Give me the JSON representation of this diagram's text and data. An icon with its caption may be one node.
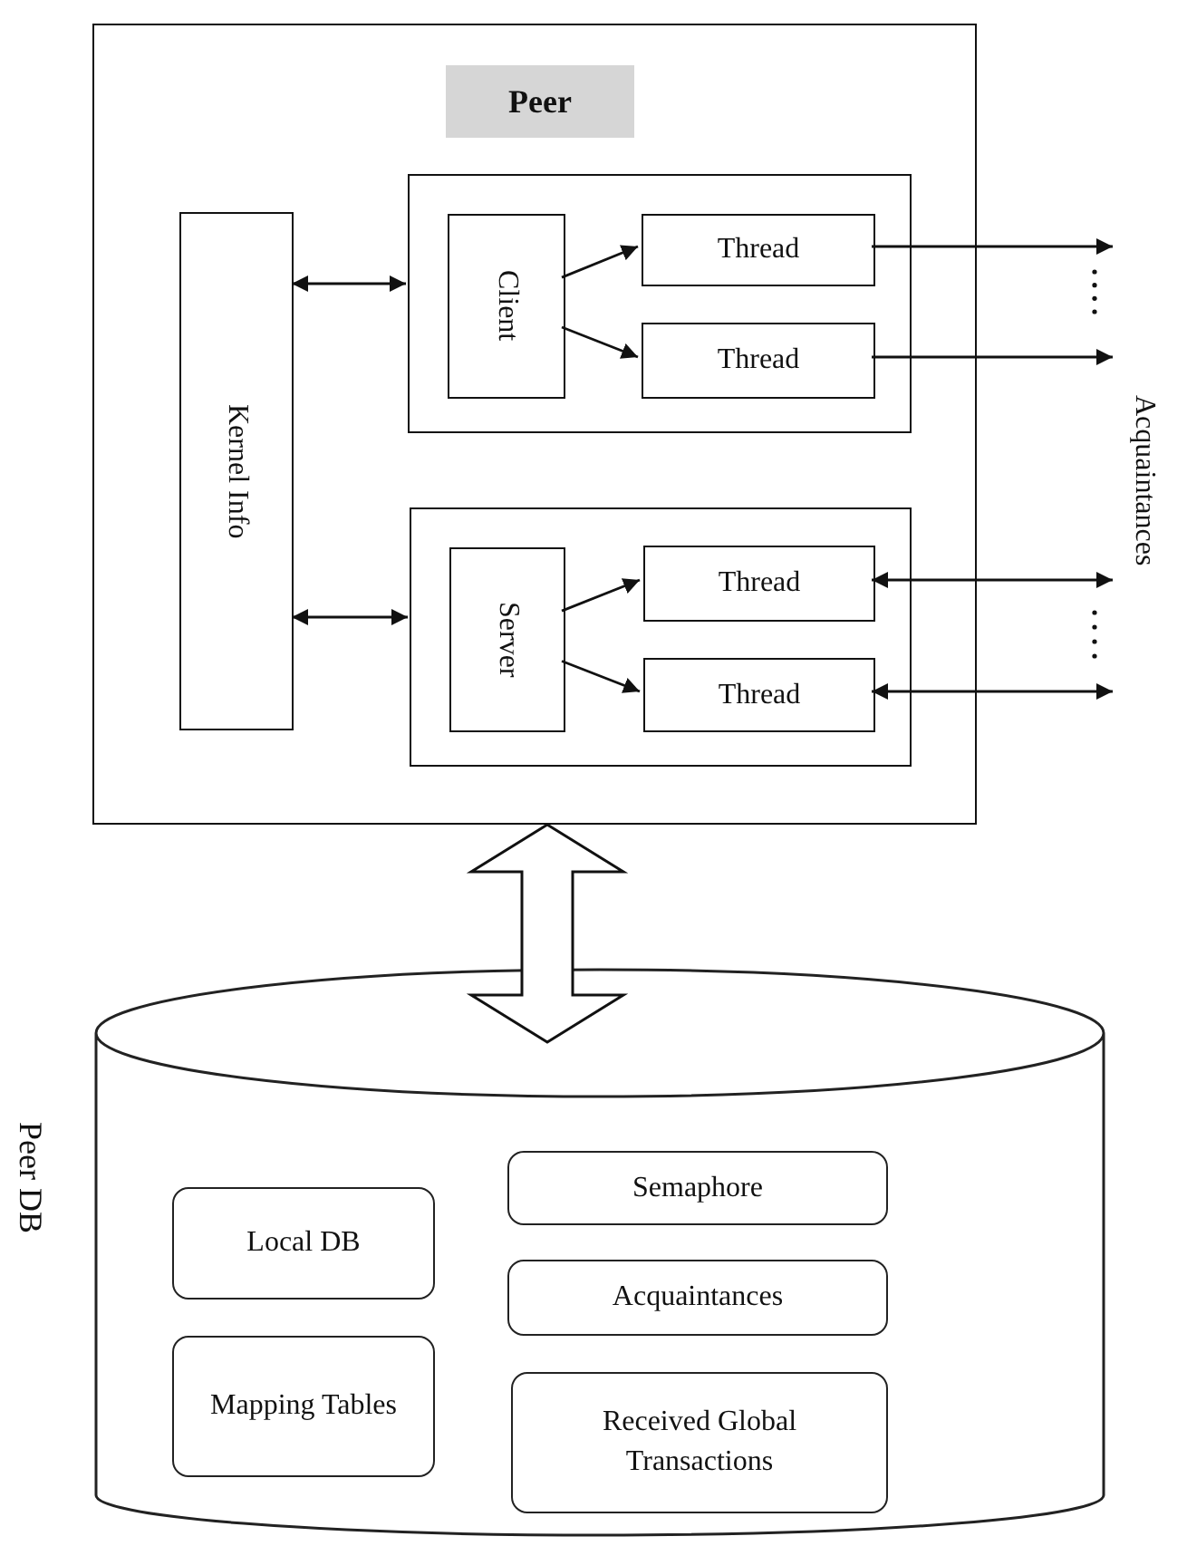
{
  "diagram": {
    "nodes": [
      {
        "text": [
          "Peer"
        ]
      },
      {
        "text": [
          "Kernel Info"
        ],
        "in": 0
      },
      {
        "text": [],
        "shape": "box",
        "in": 0
      },
      {
        "text": [
          "Client"
        ],
        "in": 2
      },
      {
        "text": [
          "Thread"
        ],
        "in": 2
      },
      {
        "text": [
          "Thread"
        ],
        "in": 2
      },
      {
        "text": [],
        "shape": "box",
        "in": 0
      },
      {
        "text": [
          "Server"
        ],
        "in": 6
      },
      {
        "text": [
          "Thread"
        ],
        "in": 6
      },
      {
        "text": [
          "Thread"
        ],
        "in": 6
      },
      {
        "text": [
          "Peer DB"
        ]
      },
      {
        "text": [
          "Local DB"
        ],
        "in": 10
      },
      {
        "text": [
          "Mapping Tables"
        ],
        "in": 10
      },
      {
        "text": [
          "Semaphore"
        ],
        "in": 10
      },
      {
        "text": [
          "Acquaintances"
        ],
        "in": 10
      },
      {
        "text": [
          "Received Global Transactions"
        ],
        "in": 10
      },
      {
        "text": [
          "Acquaintances"
        ]
      }
    ],
    "edges": [
      {
        "from": 1,
        "to": 2,
        "arrow": "both"
      },
      {
        "from": 1,
        "to": 6,
        "arrow": "both"
      },
      {
        "from": 3,
        "to": 4,
        "arrow": "to"
      },
      {
        "from": 3,
        "to": 5,
        "arrow": "to"
      },
      {
        "from": 7,
        "to": 8,
        "arrow": "to"
      },
      {
        "from": 7,
        "to": 9,
        "arrow": "to"
      },
      {
        "from": 4,
        "to": 16,
        "arrow": "to"
      },
      {
        "from": 5,
        "to": 16,
        "arrow": "to"
      },
      {
        "from": 8,
        "to": 16,
        "arrow": "both"
      },
      {
        "from": 9,
        "to": 16,
        "arrow": "both"
      },
      {
        "from": 0,
        "to": 10,
        "arrow": "both",
        "style": "thick"
      }
    ]
  }
}
